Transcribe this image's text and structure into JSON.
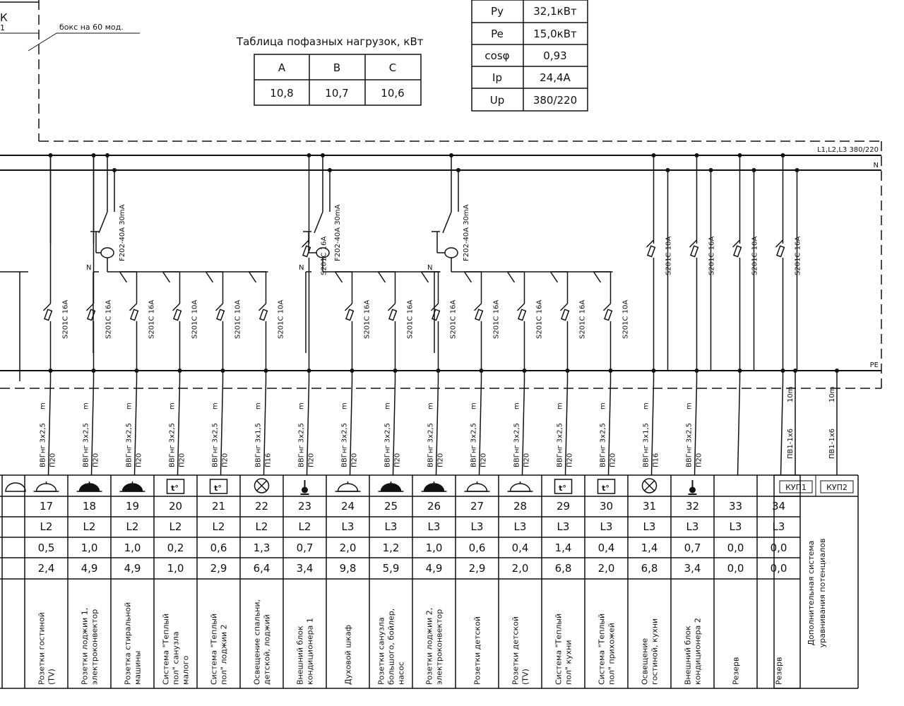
{
  "box_label": "бокс на 60 мод.",
  "corner_fragment": "К",
  "corner_fragment_sub": "1",
  "phase_table": {
    "title": "Таблица пофазных нагрузок, кВт",
    "headers": [
      "A",
      "B",
      "C"
    ],
    "values": [
      "10,8",
      "10,7",
      "10,6"
    ]
  },
  "power_table": [
    {
      "label": "Py",
      "value": "32,1кВт"
    },
    {
      "label": "Pe",
      "value": "15,0кВт"
    },
    {
      "label": "cosφ",
      "value": "0,93"
    },
    {
      "label": "Ip",
      "value": "24,4А"
    },
    {
      "label": "Up",
      "value": "380/220"
    }
  ],
  "bus": {
    "l_label": "L1,L2,L3 380/220",
    "n_label": "N",
    "pe_label": "PE"
  },
  "rcd_label": "F202-40A 30mA",
  "rcd_n_label": "N",
  "equipotential": {
    "items": [
      "КУП1",
      "КУП2"
    ],
    "cable": "ПВ1-1х6",
    "length": "10m",
    "description": "Дополнительная система уравнивания потенциалов"
  },
  "circuits": [
    {
      "n": "17",
      "phase": "L2",
      "current": "0,5",
      "power": "2,4",
      "breaker": "S201C 16A",
      "cable": "ВВГнг 3х2,5",
      "pipe": "П20",
      "length": "m",
      "icon": "socket",
      "desc": "Розетки гостиной (TV)"
    },
    {
      "n": "18",
      "phase": "L2",
      "current": "1,0",
      "power": "4,9",
      "breaker": "S201C 16A",
      "cable": "ВВГнг 3х2,5",
      "pipe": "П20",
      "length": "m",
      "icon": "socket-ip",
      "desc": "Розетки лоджии 1, электроконвектор"
    },
    {
      "n": "19",
      "phase": "L2",
      "current": "1,0",
      "power": "4,9",
      "breaker": "S201C 16A",
      "cable": "ВВГнг 3х2,5",
      "pipe": "П20",
      "length": "m",
      "icon": "socket-ip",
      "desc": "Розетка стиральной машины"
    },
    {
      "n": "20",
      "phase": "L2",
      "current": "0,2",
      "power": "1,0",
      "breaker": "S201C 10A",
      "cable": "ВВГнг 3х2,5",
      "pipe": "П20",
      "length": "m",
      "icon": "heat",
      "desc": "Система \"Теплый пол\" санузла малого"
    },
    {
      "n": "21",
      "phase": "L2",
      "current": "0,6",
      "power": "2,9",
      "breaker": "S201C 10A",
      "cable": "ВВГнг 3х2,5",
      "pipe": "П20",
      "length": "m",
      "icon": "heat",
      "desc": "Система \"Теплый пол\" лоджии 2"
    },
    {
      "n": "22",
      "phase": "L2",
      "current": "1,3",
      "power": "6,4",
      "breaker": "S201C 10A",
      "cable": "ВВГнг 3х1,5",
      "pipe": "П16",
      "length": "m",
      "icon": "lamp",
      "desc": "Освещение спальни, детской, лоджий"
    },
    {
      "n": "23",
      "phase": "L2",
      "current": "0,7",
      "power": "3,4",
      "breaker": "S201C 16A",
      "cable": "ВВГнг 3х2,5",
      "pipe": "П20",
      "length": "m",
      "icon": "ac",
      "desc": "Внешний блок кондиционера 1"
    },
    {
      "n": "24",
      "phase": "L3",
      "current": "2,0",
      "power": "9,8",
      "breaker": "S201C 16A",
      "cable": "ВВГнг 3х2,5",
      "pipe": "П20",
      "length": "m",
      "icon": "socket",
      "desc": "Духовой шкаф"
    },
    {
      "n": "25",
      "phase": "L3",
      "current": "1,2",
      "power": "5,9",
      "breaker": "S201C 16A",
      "cable": "ВВГнг 3х2,5",
      "pipe": "П20",
      "length": "m",
      "icon": "socket-ip",
      "desc": "Розетки санузла большого, бойлер, насос"
    },
    {
      "n": "26",
      "phase": "L3",
      "current": "1,0",
      "power": "4,9",
      "breaker": "S201C 16A",
      "cable": "ВВГнг 3х2,5",
      "pipe": "П20",
      "length": "m",
      "icon": "socket-ip",
      "desc": "Розетки лоджии 2, электроконвектор"
    },
    {
      "n": "27",
      "phase": "L3",
      "current": "0,6",
      "power": "2,9",
      "breaker": "S201C 16A",
      "cable": "ВВГнг 3х2,5",
      "pipe": "П20",
      "length": "m",
      "icon": "socket",
      "desc": "Розетки детской"
    },
    {
      "n": "28",
      "phase": "L3",
      "current": "0,4",
      "power": "2,0",
      "breaker": "S201C 16A",
      "cable": "ВВГнг 3х2,5",
      "pipe": "П20",
      "length": "m",
      "icon": "socket",
      "desc": "Розетки детской (TV)"
    },
    {
      "n": "29",
      "phase": "L3",
      "current": "1,4",
      "power": "6,8",
      "breaker": "S201C 16A",
      "cable": "ВВГнг 3х2,5",
      "pipe": "П20",
      "length": "m",
      "icon": "heat",
      "desc": "Система \"Теплый пол\" кухни"
    },
    {
      "n": "30",
      "phase": "L3",
      "current": "0,4",
      "power": "2,0",
      "breaker": "S201C 10A",
      "cable": "ВВГнг 3х2,5",
      "pipe": "П20",
      "length": "m",
      "icon": "heat",
      "desc": "Система \"Теплый пол\" прихожей"
    },
    {
      "n": "31",
      "phase": "L3",
      "current": "1,4",
      "power": "6,8",
      "breaker": "S201C 10A",
      "cable": "ВВГнг 3х1,5",
      "pipe": "П16",
      "length": "m",
      "icon": "lamp",
      "desc": "Освещение гостиной, кухни"
    },
    {
      "n": "32",
      "phase": "L3",
      "current": "0,7",
      "power": "3,4",
      "breaker": "S201C 16A",
      "cable": "ВВГнг 3х2,5",
      "pipe": "П20",
      "length": "m",
      "icon": "ac",
      "desc": "Внешний блок кондиционера 2"
    },
    {
      "n": "33",
      "phase": "L3",
      "current": "0,0",
      "power": "0,0",
      "breaker": "S201C 10A",
      "cable": "",
      "pipe": "",
      "length": "",
      "icon": "",
      "desc": "Резерв"
    },
    {
      "n": "34",
      "phase": "L3",
      "current": "0,0",
      "power": "0,0",
      "breaker": "S201C 16A",
      "cable": "",
      "pipe": "",
      "length": "",
      "icon": "",
      "desc": "Резерв"
    }
  ]
}
